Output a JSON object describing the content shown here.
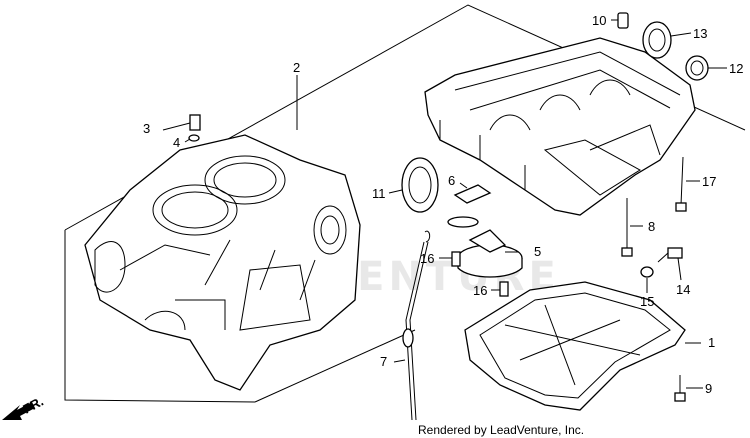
{
  "diagram": {
    "callouts": {
      "c1": "1",
      "c2": "2",
      "c3": "3",
      "c4": "4",
      "c5": "5",
      "c6": "6",
      "c7": "7",
      "c8": "8",
      "c9": "9",
      "c10": "10",
      "c11": "11",
      "c12": "12",
      "c13": "13",
      "c14": "14",
      "c15": "15",
      "c16a": "16",
      "c16b": "16",
      "c17": "17"
    },
    "direction_label": "FR.",
    "watermark": "ADVENTURE",
    "credit": "Rendered by LeadVenture, Inc."
  }
}
